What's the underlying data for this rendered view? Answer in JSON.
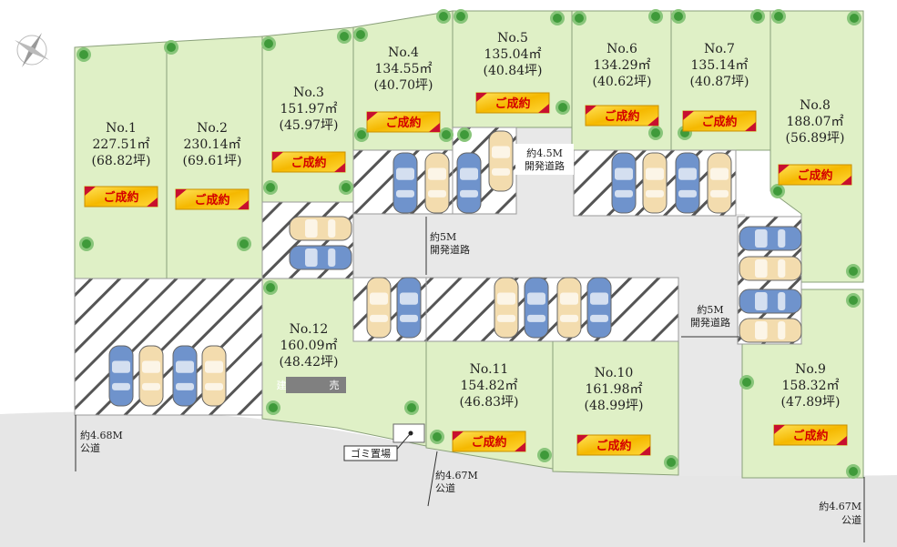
{
  "lots": [
    {
      "id": "No.1",
      "area": "227.51㎡",
      "tsubo": "(68.82坪)",
      "status": "ご成約"
    },
    {
      "id": "No.2",
      "area": "230.14㎡",
      "tsubo": "(69.61坪)",
      "status": "ご成約"
    },
    {
      "id": "No.3",
      "area": "151.97㎡",
      "tsubo": "(45.97坪)",
      "status": "ご成約"
    },
    {
      "id": "No.4",
      "area": "134.55㎡",
      "tsubo": "(40.70坪)",
      "status": "ご成約"
    },
    {
      "id": "No.5",
      "area": "135.04㎡",
      "tsubo": "(40.84坪)",
      "status": "ご成約"
    },
    {
      "id": "No.6",
      "area": "134.29㎡",
      "tsubo": "(40.62坪)",
      "status": "ご成約"
    },
    {
      "id": "No.7",
      "area": "135.14㎡",
      "tsubo": "(40.87坪)",
      "status": "ご成約"
    },
    {
      "id": "No.8",
      "area": "188.07㎡",
      "tsubo": "(56.89坪)",
      "status": "ご成約"
    },
    {
      "id": "No.9",
      "area": "158.32㎡",
      "tsubo": "(47.89坪)",
      "status": "ご成約"
    },
    {
      "id": "No.10",
      "area": "161.98㎡",
      "tsubo": "(48.99坪)",
      "status": "ご成約"
    },
    {
      "id": "No.11",
      "area": "154.82㎡",
      "tsubo": "(46.83坪)",
      "status": "ご成約"
    },
    {
      "id": "No.12",
      "area": "160.09㎡",
      "tsubo": "(48.42坪)",
      "status": "建　売"
    }
  ],
  "roads": {
    "dev_road_top": {
      "width": "約4.5M",
      "type": "開発道路"
    },
    "dev_road_center": {
      "width": "約5M",
      "type": "開発道路"
    },
    "dev_road_right": {
      "width": "約5M",
      "type": "開発道路"
    },
    "public_left": {
      "width": "約4.68M",
      "type": "公道"
    },
    "public_center": {
      "width": "約4.67M",
      "type": "公道"
    },
    "public_right": {
      "width": "約4.67M",
      "type": "公道"
    }
  },
  "garbage": "ゴミ置場",
  "colors": {
    "lot": "#dff0c6",
    "sold_badge": "#f5c400",
    "sold_text": "#d40000",
    "sale_badge": "#808080"
  }
}
